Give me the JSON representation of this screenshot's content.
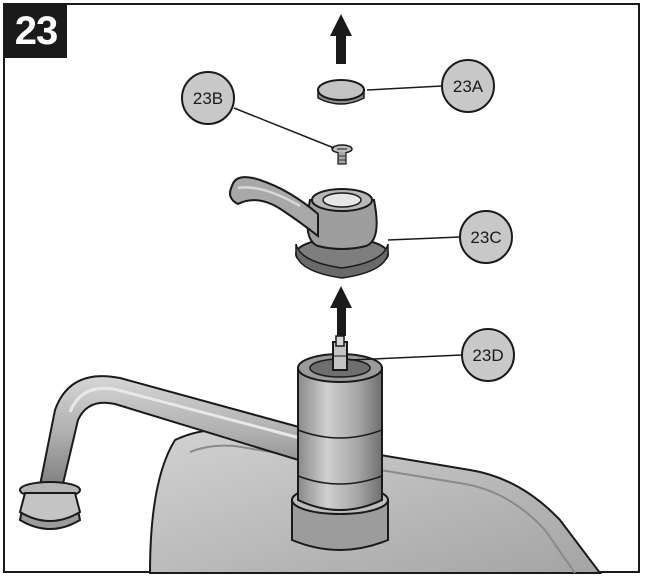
{
  "step": {
    "number": "23"
  },
  "callouts": [
    {
      "id": "a",
      "label": "23A"
    },
    {
      "id": "b",
      "label": "23B"
    },
    {
      "id": "c",
      "label": "23C"
    },
    {
      "id": "d",
      "label": "23D"
    }
  ],
  "colors": {
    "part_light": "#c4c4c4",
    "part_mid": "#9c9c9c",
    "part_dark": "#6e6e6e",
    "outline": "#1a1a1a",
    "callout_fill": "#c8c8c8"
  }
}
